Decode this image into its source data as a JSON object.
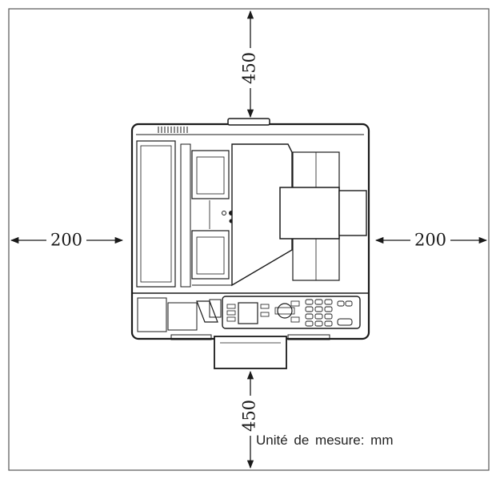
{
  "dimensions": {
    "top": "450",
    "bottom": "450",
    "left": "200",
    "right": "200"
  },
  "unit_note": "Unité de mesure: mm",
  "colors": {
    "line": "#1a1a1a",
    "frame": "#555555",
    "fill_light": "#f2f2f2",
    "background": "#ffffff"
  }
}
